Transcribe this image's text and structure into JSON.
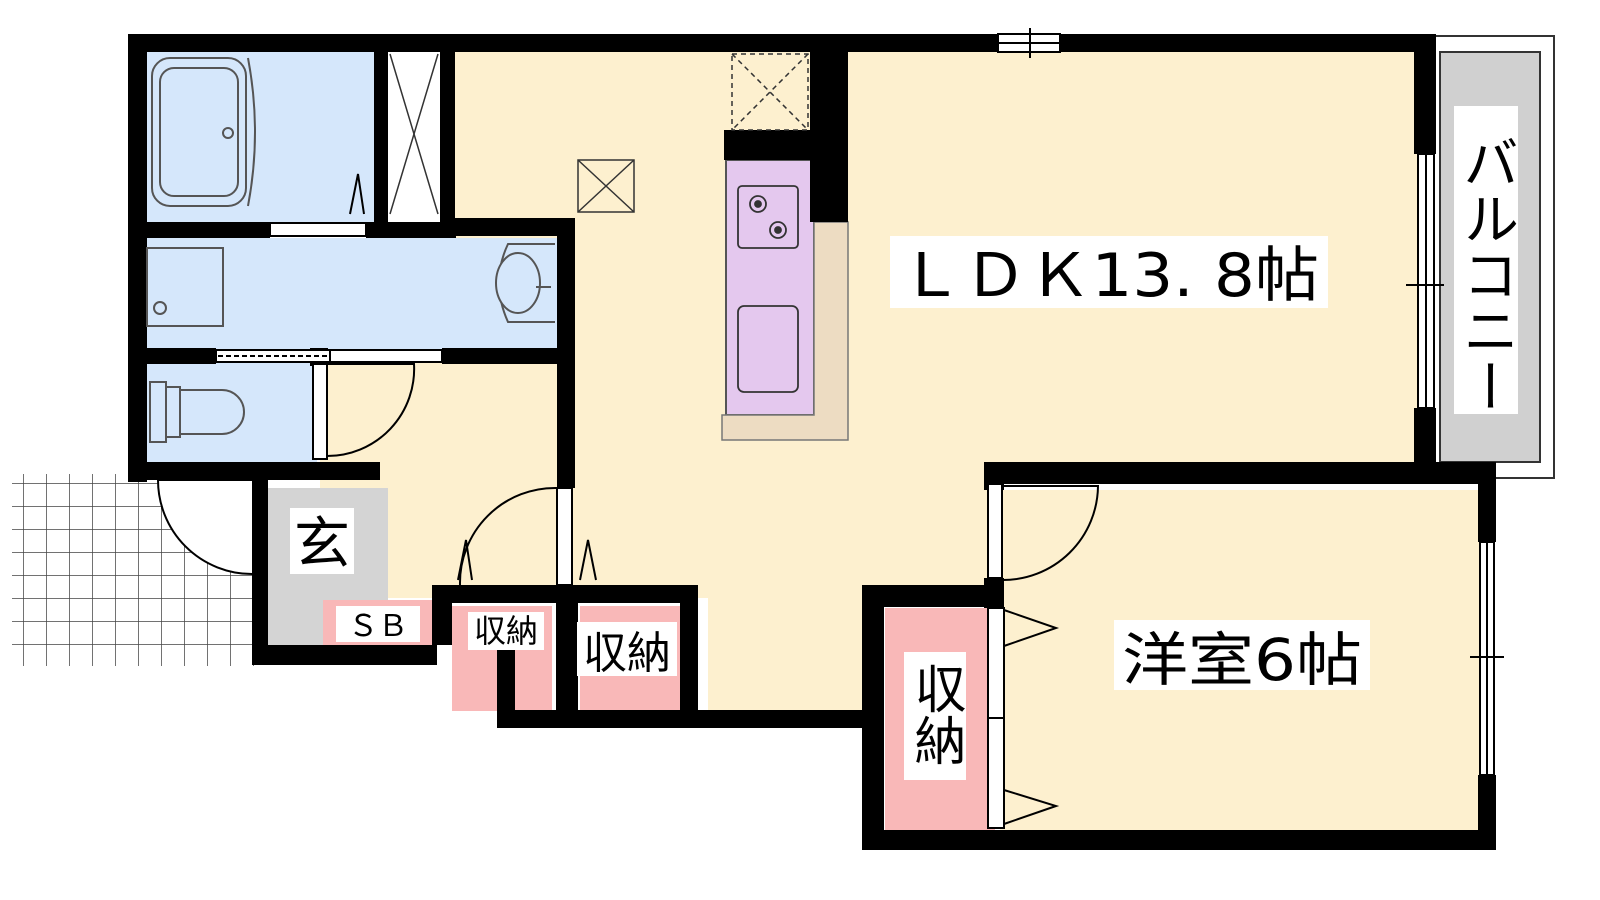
{
  "colors": {
    "wall": "#000000",
    "living_floor": "#fdf0cf",
    "wet_area": "#d5e7fb",
    "storage": "#f9b8b8",
    "entrance": "#d4d4d4",
    "kitchen": "#e4c8ee",
    "counter": "#eddcc2",
    "balcony": "#d0d0d0",
    "label_bg": "#ffffff"
  },
  "rooms": {
    "ldk": "ＬＤＫ13. 8帖",
    "western_room": "洋室6帖",
    "balcony": "バルコニー",
    "entrance": "玄",
    "shoe_box": "ＳＢ",
    "storage_small": "収納",
    "storage_hall": "収納",
    "storage_closet": "収納"
  },
  "icons": [
    "bathtub-icon",
    "washing-machine-icon",
    "washbasin-icon",
    "toilet-icon",
    "stove-icon",
    "kitchen-sink-icon",
    "door-swing-icon",
    "window-icon",
    "entrance-tile-icon"
  ]
}
